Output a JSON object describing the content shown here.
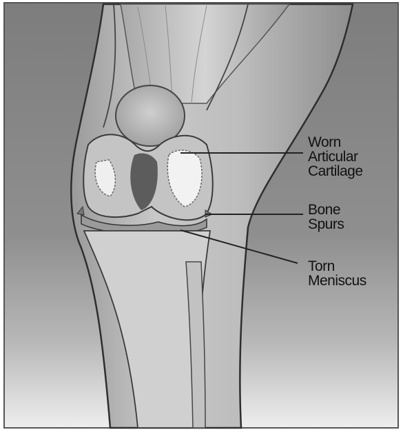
{
  "labels": {
    "worn_cartilage": [
      "Worn",
      "Articular",
      "Cartilage"
    ],
    "bone_spurs": [
      "Bone",
      "Spurs"
    ],
    "torn_meniscus": [
      "Torn",
      "Meniscus"
    ]
  },
  "colors": {
    "background_dark": "#8a8a8a",
    "background_light": "#e2e2e2",
    "outline": "#333333",
    "bone": "#cfcfcf",
    "cartilage": "#f0f0f0",
    "leader_line": "#222222"
  }
}
